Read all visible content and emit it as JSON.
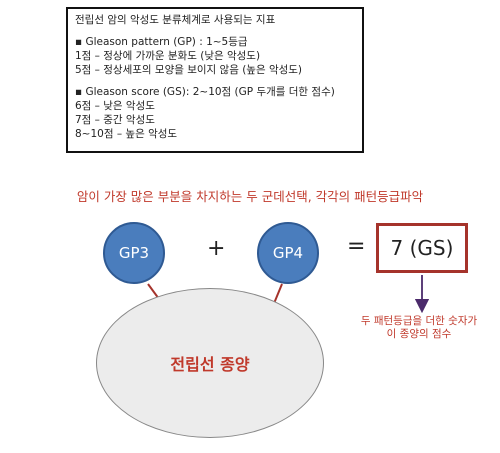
{
  "infobox": {
    "title": "전립선 암의 악성도 분류체계로 사용되는 지표",
    "gp_heading": "▪ Gleason pattern (GP) :  1~5등급",
    "gp_items": [
      "1점 – 정상에 가까운 분화도 (낮은 악성도)",
      "5점 – 정상세포의 모양을 보이지 않음 (높은 악성도)"
    ],
    "gs_heading": "▪ Gleason score (GS):  2~10점 (GP 두개를 더한 점수)",
    "gs_items": [
      "6점 – 낮은 악성도",
      "7점 – 중간 악성도",
      "8~10점 – 높은 악성도"
    ]
  },
  "caption": "암이 가장 많은 부분을 차지하는 두 군데선택, 각각의 패턴등급파악",
  "diagram": {
    "gp3_label": "GP3",
    "plus": "+",
    "gp4_label": "GP4",
    "equals": "=",
    "result_label": "7 (GS)",
    "tumor_label": "전립선 종양",
    "note_lines": [
      "두 패턴등급을 더한 숫자가",
      "이 종양의 점수"
    ]
  },
  "colors": {
    "circle_fill": "#4a7dbd",
    "accent_red": "#c0392b",
    "box_border": "#a5332b",
    "arrow": "#4b2a6b"
  }
}
